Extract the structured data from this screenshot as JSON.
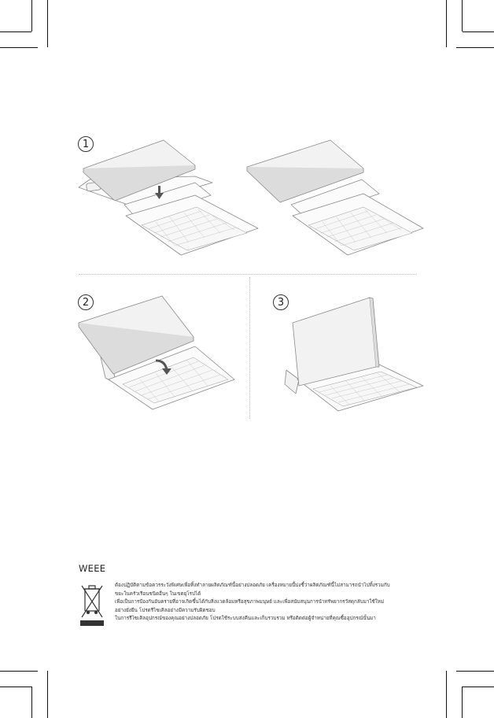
{
  "steps": [
    {
      "number": "1"
    },
    {
      "number": "2"
    },
    {
      "number": "3"
    }
  ],
  "weee": {
    "title": "WEEE",
    "icon": "crossed-out-wheelie-bin-icon",
    "lines": [
      "ต้องปฏิบัติตามข้อควรระวังพิเศษเพื่อทิ้งทำลายผลิตภัณฑ์นี้อย่างปลอดภัย เครื่องหมายนี้บ่งชี้ว่าผลิตภัณฑ์นี้ไม่สามารถนำไปทิ้งรวมกับ",
      "ขยะในครัวเรือนชนิดอื่นๆ ในเขตยุโรปได้",
      "เพื่อเป็นการป้องกันอันตรายที่อาจเกิดขึ้นได้กับสิ่งแวดล้อมหรือสุขภาพมนุษย์ และเพื่อสนับสนุนการนำทรัพยากรวัสดุกลับมาใช้ใหม่",
      "อย่างยั่งยืน โปรดรีไซเคิลอย่างมีความรับผิดชอบ",
      "ในการรีไซเคิลอุปกรณ์ของคุณอย่างปลอดภัย โปรดใช้ระบบส่งคืนและเก็บรวบรวม หรือติดต่อผู้จำหน่ายที่คุณซื้ออุปกรณ์นั้นมา"
    ]
  }
}
